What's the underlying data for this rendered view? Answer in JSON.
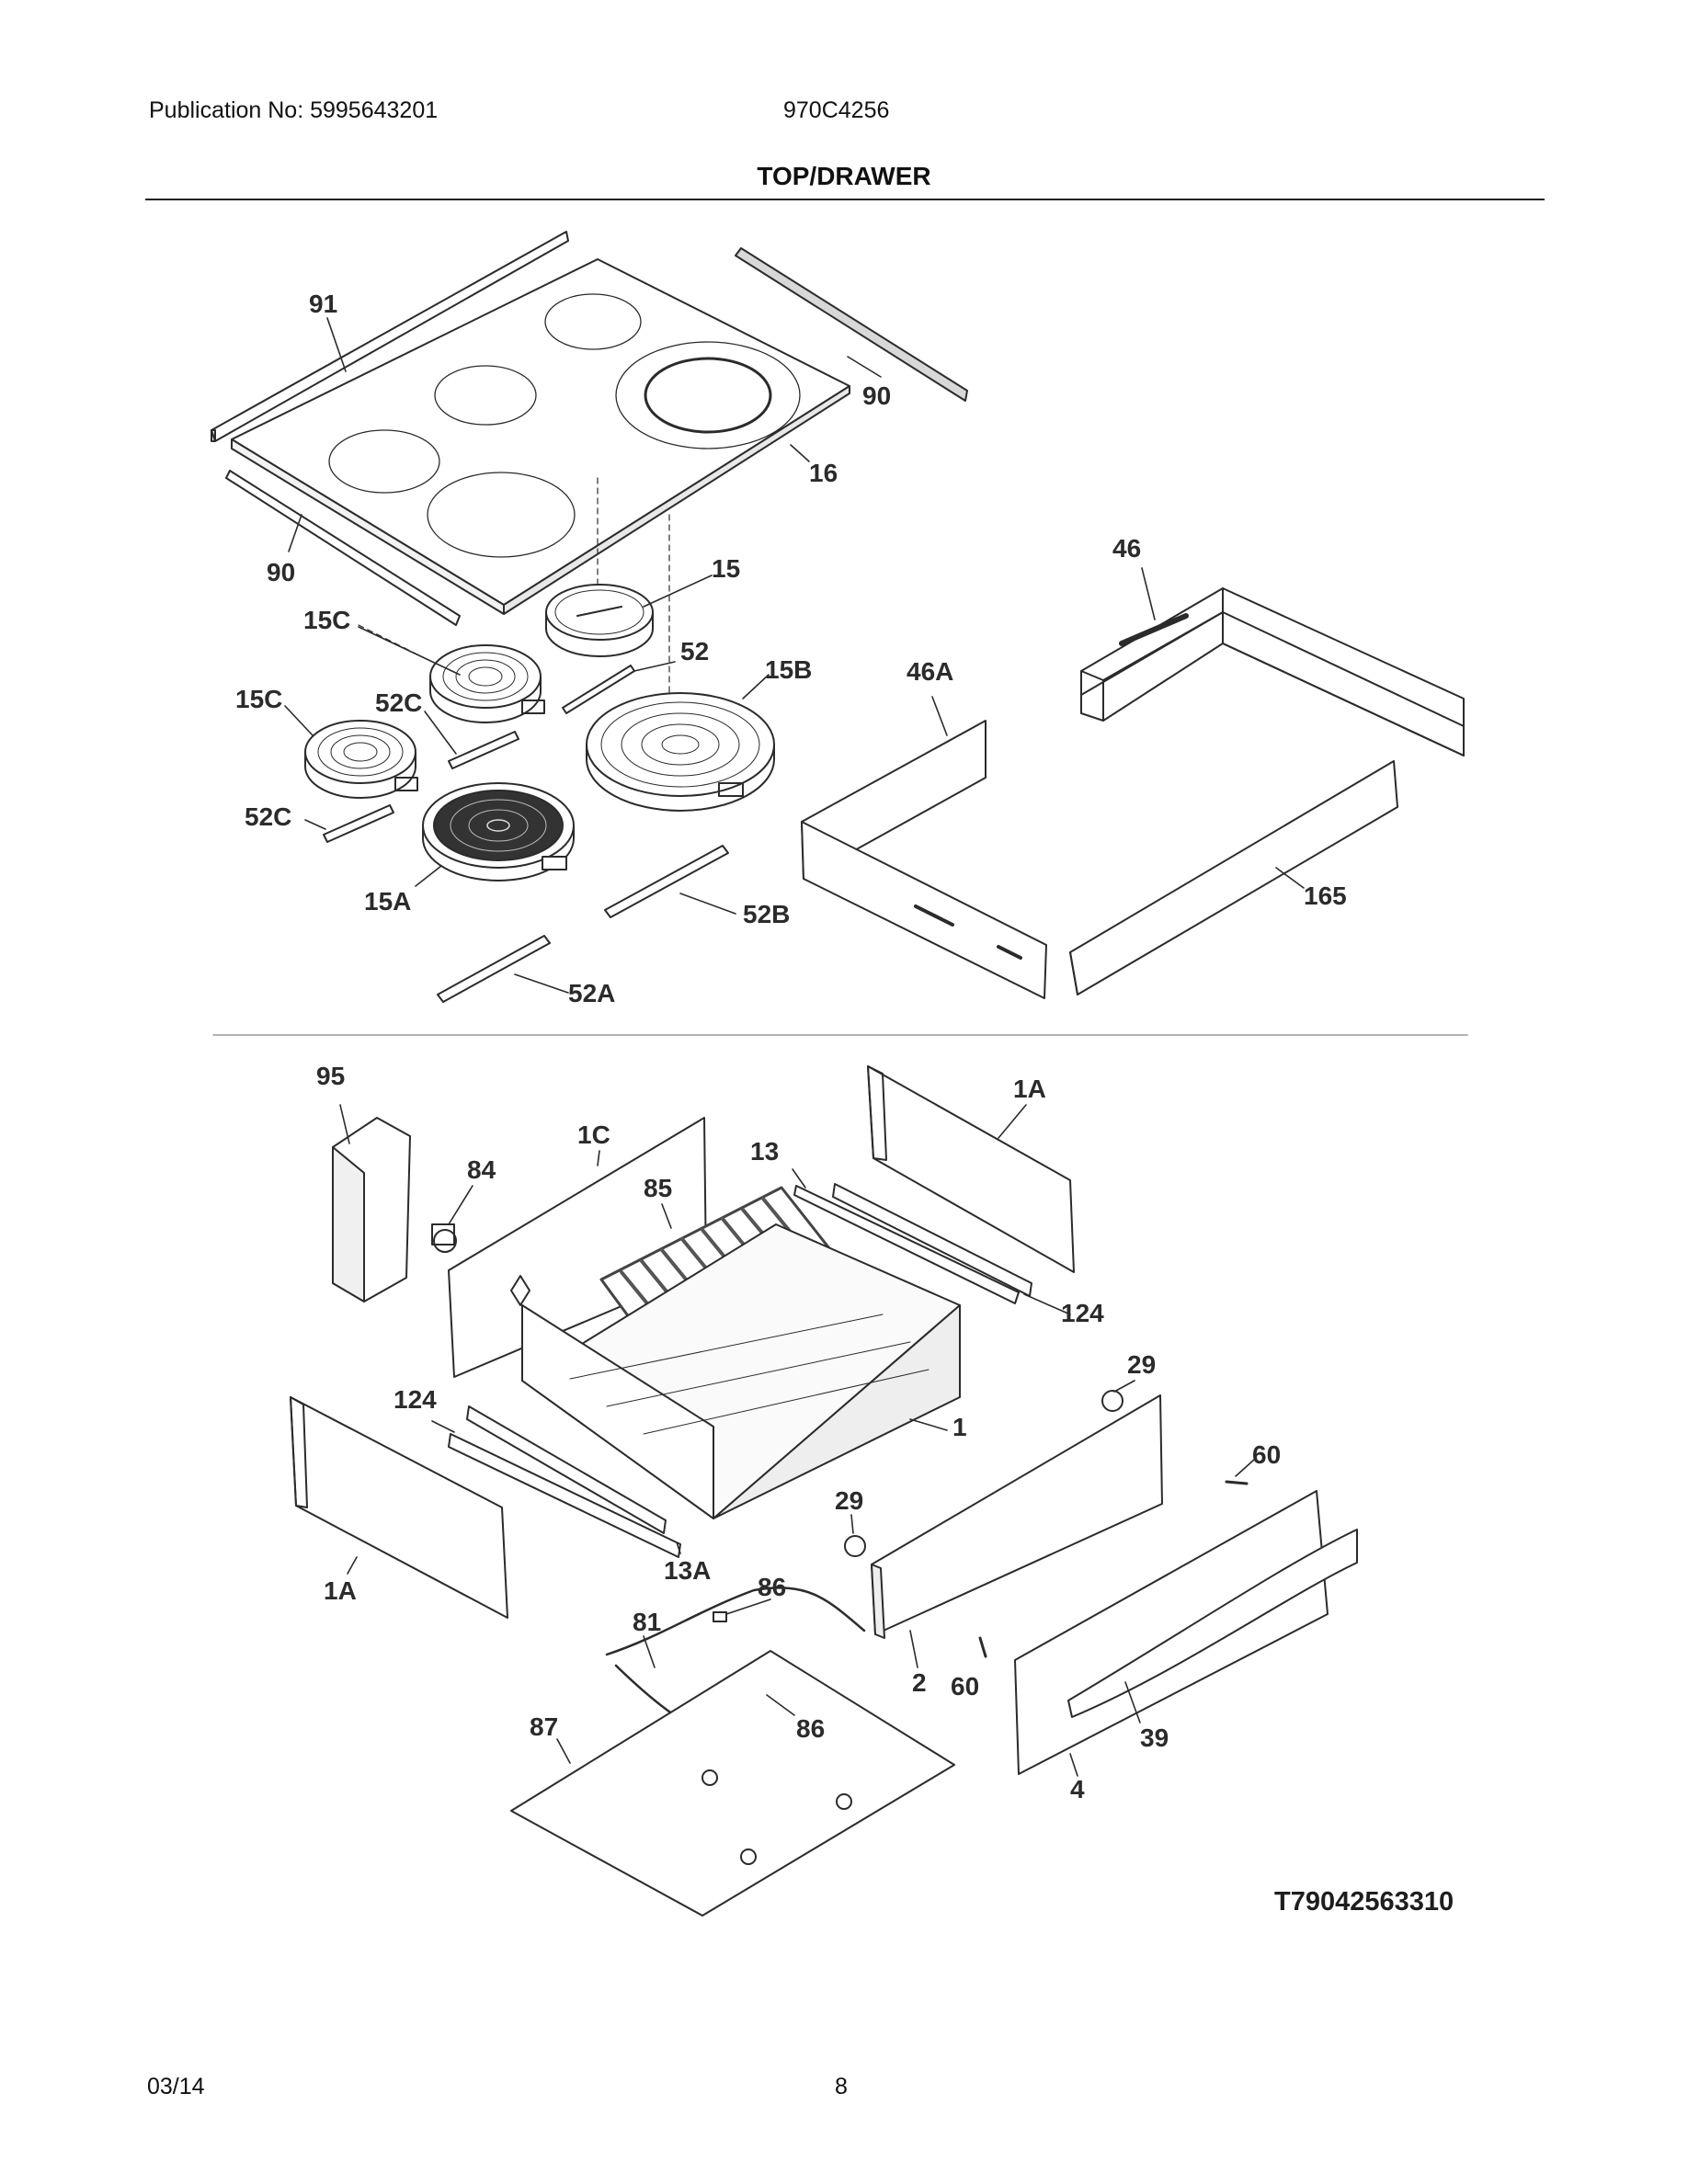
{
  "header": {
    "publication": "Publication No: 5995643201",
    "model": "970C4256",
    "title": "TOP/DRAWER"
  },
  "footer": {
    "date": "03/14",
    "page": "8"
  },
  "diagram": {
    "code": "T79042563310",
    "callouts": {
      "c91": "91",
      "c90a": "90",
      "c16": "16",
      "c90b": "90",
      "c15": "15",
      "c15c1": "15C",
      "c52": "52",
      "c15b": "15B",
      "c15c2": "15C",
      "c52c1": "52C",
      "c52c2": "52C",
      "c15a": "15A",
      "c52b": "52B",
      "c52a": "52A",
      "c46": "46",
      "c46a": "46A",
      "c165": "165",
      "c95": "95",
      "c1c": "1C",
      "c84": "84",
      "c85": "85",
      "c13": "13",
      "c1a1": "1A",
      "c124a": "124",
      "c29a": "29",
      "c1": "1",
      "c124b": "124",
      "c60a": "60",
      "c29b": "29",
      "c1a2": "1A",
      "c13a": "13A",
      "c86a": "86",
      "c81": "81",
      "c2": "2",
      "c60b": "60",
      "c86b": "86",
      "c87": "87",
      "c39": "39",
      "c4": "4"
    }
  },
  "colors": {
    "line": "#2b2b2b",
    "mesh": "#555555"
  }
}
